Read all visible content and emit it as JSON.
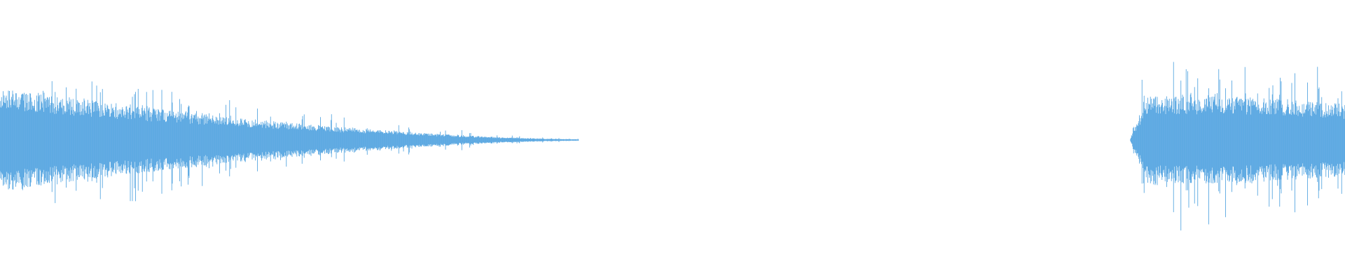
{
  "waveform": {
    "color": "#5AA8E2",
    "background": "#FFFFFF",
    "segments": [
      {
        "name": "waveform-segment-1",
        "start_fraction": 0.0,
        "end_fraction": 0.43,
        "envelope": "decaying",
        "peak_amplitude": 0.6,
        "end_amplitude": 0.01
      },
      {
        "name": "waveform-segment-2",
        "start_fraction": 0.84,
        "end_fraction": 1.0,
        "envelope": "swelling",
        "peak_amplitude": 0.52,
        "end_amplitude": 0.35
      }
    ]
  }
}
